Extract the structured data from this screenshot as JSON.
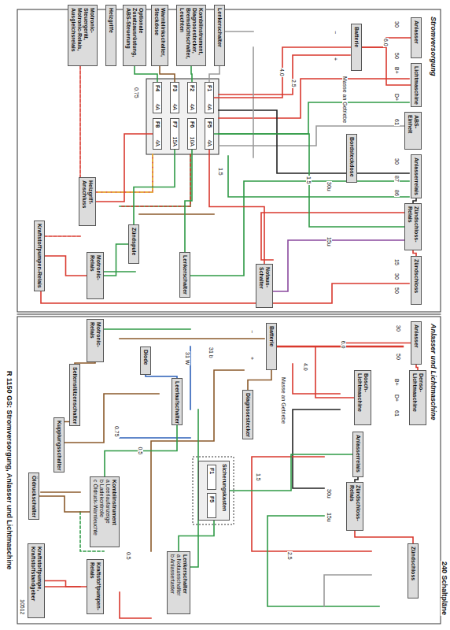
{
  "diagram": {
    "title": "R 1150 GS: Stromversorgung, Anlasser und Lichtmaschine",
    "nodes": [
      {
        "text": [
          "Anlasser"
        ]
      },
      {
        "text": [
          "Lichtmaschine"
        ]
      },
      {
        "text": [
          "ABS-Einheit"
        ]
      },
      {
        "text": [
          "Anlasserrelais"
        ]
      },
      {
        "text": [
          "Zündschloss-Relais"
        ]
      },
      {
        "text": [
          "Zündschloss"
        ]
      },
      {
        "text": [
          "Batterie"
        ]
      },
      {
        "text": [
          "Bordsteckdose"
        ]
      },
      {
        "text": [
          "F1",
          "4A"
        ]
      },
      {
        "text": [
          "F2",
          "4A"
        ]
      },
      {
        "text": [
          "F3",
          "4A"
        ]
      },
      {
        "text": [
          "F4",
          "4A"
        ]
      },
      {
        "text": [
          "F5",
          "4A"
        ]
      },
      {
        "text": [
          "F6",
          "10A"
        ]
      },
      {
        "text": [
          "F7",
          "15A"
        ]
      },
      {
        "text": [
          "F8",
          "4A"
        ]
      },
      {
        "text": [
          "Lenkerschalter"
        ]
      },
      {
        "text": [
          "Kombiinstrument, Diagnosestecker, Bremslichtschalter, Leuchten"
        ]
      },
      {
        "text": [
          "Warnblinkschalter, Steckdose"
        ]
      },
      {
        "text": [
          "Optionale Zusatzausrüstung, ABS-Steuerung"
        ]
      },
      {
        "text": [
          "Heizgriffe"
        ]
      },
      {
        "text": [
          "Motronic-Steuergerät, Motronic-Relais, Ausgleichsrelais"
        ]
      },
      {
        "text": [
          "Notaus-Schalter"
        ]
      },
      {
        "text": [
          "Lenkerschalter"
        ]
      },
      {
        "text": [
          "Zündspule"
        ]
      },
      {
        "text": [
          "Motronic-Relais"
        ]
      },
      {
        "text": [
          "Heizgriff-Anschluss"
        ]
      },
      {
        "text": [
          "Kraftstoffpumpen-Relais"
        ]
      },
      {
        "text": [
          "Anlasser"
        ]
      },
      {
        "text": [
          "Denso-Lichtmaschine"
        ]
      },
      {
        "text": [
          "Bosch-Lichtmaschine"
        ]
      },
      {
        "text": [
          "Anlasserrelais"
        ]
      },
      {
        "text": [
          "Zündschloss-Relais"
        ]
      },
      {
        "text": [
          "Zündschloss"
        ]
      },
      {
        "text": [
          "Batterie"
        ]
      },
      {
        "text": [
          "Diagnosestecker"
        ]
      },
      {
        "text": [
          "Sicherungskasten"
        ]
      },
      {
        "text": [
          "F1"
        ],
        "in": 36
      },
      {
        "text": [
          "F5"
        ],
        "in": 36
      },
      {
        "text": [
          "Leerlaufschalter"
        ]
      },
      {
        "text": [
          "Diode"
        ]
      },
      {
        "text": [
          "Motronic-Relais"
        ]
      },
      {
        "text": [
          "Seitenstützenschalter"
        ]
      },
      {
        "text": [
          "Kupplungsschalter"
        ]
      },
      {
        "text": [
          "Öldruckschalter"
        ]
      },
      {
        "text": [
          "Kombiinstrument",
          "a Leerlaufanzeige",
          "b Ladekontrolle",
          "c Öldruck-Warnleuchte"
        ]
      },
      {
        "text": [
          "Kraftstoffpumpe, Kraftstoffstandgeber"
        ]
      },
      {
        "text": [
          "Kraftstoffpumpen-Relais"
        ]
      },
      {
        "text": [
          "Lenkerschalter",
          "a Notausschalter",
          "b Anlassertaster"
        ]
      }
    ],
    "edges": [
      {
        "from": 6,
        "to": 0,
        "arrow": "none",
        "label": "6.0"
      },
      {
        "from": 1,
        "to": 6,
        "arrow": "none"
      },
      {
        "from": 6,
        "to": 8,
        "arrow": "none",
        "label": "4.0"
      },
      {
        "from": 3,
        "to": 4,
        "arrow": "none"
      },
      {
        "from": 5,
        "to": 4,
        "arrow": "none"
      },
      {
        "from": 4,
        "to": 12,
        "arrow": "none",
        "label": "1.5"
      },
      {
        "from": 8,
        "to": 16,
        "arrow": "none"
      },
      {
        "from": 9,
        "to": 17,
        "arrow": "none"
      },
      {
        "from": 10,
        "to": 18,
        "arrow": "none"
      },
      {
        "from": 11,
        "to": 19,
        "arrow": "none"
      },
      {
        "from": 12,
        "to": 22,
        "arrow": "none"
      },
      {
        "from": 13,
        "to": 23,
        "arrow": "none"
      },
      {
        "from": 14,
        "to": 24,
        "arrow": "none"
      },
      {
        "from": 15,
        "to": 26,
        "arrow": "none"
      },
      {
        "from": 24,
        "to": 25,
        "arrow": "none"
      },
      {
        "from": 25,
        "to": 27,
        "arrow": "none"
      },
      {
        "from": 34,
        "to": 28,
        "arrow": "none",
        "label": "6.0"
      },
      {
        "from": 30,
        "to": 34,
        "arrow": "none"
      },
      {
        "from": 29,
        "to": 28,
        "arrow": "none"
      },
      {
        "from": 33,
        "to": 32,
        "arrow": "none"
      },
      {
        "from": 32,
        "to": 31,
        "arrow": "none"
      },
      {
        "from": 36,
        "to": 31,
        "arrow": "none"
      },
      {
        "from": 35,
        "to": 34,
        "arrow": "none"
      },
      {
        "from": 45,
        "to": 39,
        "arrow": "none",
        "label": "0.5"
      },
      {
        "from": 45,
        "to": 44,
        "arrow": "none"
      },
      {
        "from": 47,
        "to": 46,
        "arrow": "none"
      },
      {
        "from": 48,
        "to": 36,
        "arrow": "none"
      },
      {
        "from": 41,
        "to": 42,
        "arrow": "none"
      },
      {
        "from": 42,
        "to": 43,
        "arrow": "none"
      },
      {
        "from": 40,
        "to": 39,
        "arrow": "none"
      }
    ],
    "labels": [
      "240 Schaltpläne",
      "Stromversorgung",
      "Anlasser und Lichtmaschine",
      "10512",
      "Masse an Getriebe",
      "−",
      "+",
      "Masse an Getriebe",
      "−",
      "+",
      "30",
      "50",
      "B+",
      "D+",
      "61",
      "30",
      "87",
      "86",
      "15",
      "30",
      "50",
      "30u",
      "15u",
      "0.75",
      "1.5",
      "2.5",
      "30",
      "50",
      "B+",
      "D+",
      "61",
      "30u",
      "15u",
      "31 b",
      "31 W",
      "1.5",
      "0.75",
      "0.5",
      "2.5",
      "4.0"
    ]
  }
}
